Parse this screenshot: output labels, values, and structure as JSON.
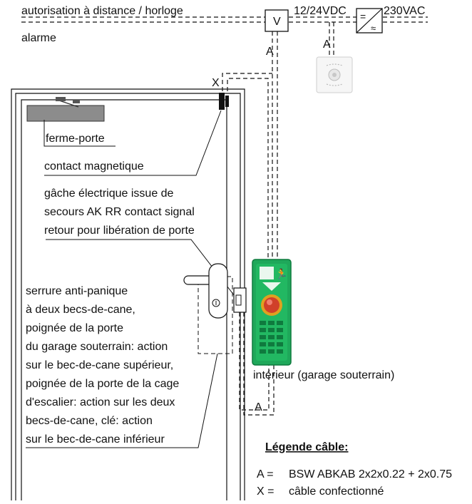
{
  "top_labels": {
    "remote": "autorisation à distance / horloge",
    "alarm": "alarme",
    "voltage_low": "12/24VDC",
    "voltage_high": "230VAC"
  },
  "box_labels": {
    "v_box": "V",
    "psu_dc": "=",
    "psu_ac": "≈"
  },
  "cable_marks": {
    "a1": "A",
    "a2": "A",
    "a3": "A",
    "x": "X"
  },
  "callouts": {
    "closer": "ferme-porte",
    "magnetic": "contact magnetique",
    "strike": [
      "gâche électrique issue de",
      "secours AK RR contact signal",
      "retour pour libération de porte"
    ],
    "lock": [
      "serrure anti-panique",
      "à deux becs-de-cane,",
      "poignée de la porte",
      "du garage souterrain: action",
      "sur le bec-de-cane supérieur,",
      "poignée de la porte de la cage",
      "d'escalier: action sur les deux",
      "becs-de-cane, clé: action",
      "sur le bec-de-cane inférieur"
    ],
    "terminal": "intérieur (garage souterrain)"
  },
  "legend": {
    "title": "Légende câble:",
    "entries": [
      {
        "key": "A =",
        "value": "BSW ABKAB 2x2x0.22 + 2x0.75"
      },
      {
        "key": "X =",
        "value": "câble confectionné"
      }
    ]
  },
  "colors": {
    "terminal_green": "#1fa85a",
    "terminal_dark_green": "#0f7a3e",
    "button_red": "#d0402a",
    "button_ring": "#e0a020",
    "closer_gray": "#8c8c8c",
    "line": "#111111"
  }
}
